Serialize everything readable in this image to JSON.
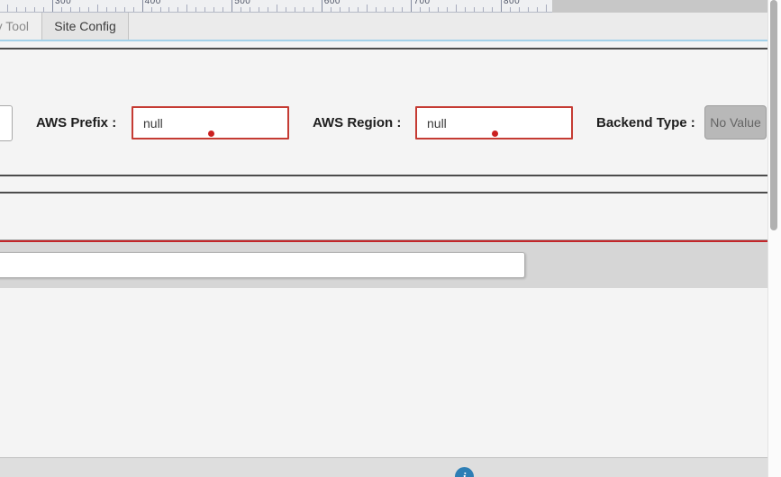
{
  "ruler": {
    "unit_labels": [
      "300",
      "400",
      "500",
      "600",
      "700",
      "800"
    ]
  },
  "tab_bar": {
    "tabs": [
      {
        "label": "y Tool",
        "active": false
      },
      {
        "label": "Site Config",
        "active": true
      }
    ]
  },
  "form": {
    "aws_prefix": {
      "label": "AWS Prefix :",
      "value": "null",
      "state": "error"
    },
    "aws_region": {
      "label": "AWS Region :",
      "value": "null",
      "state": "error"
    },
    "backend_type": {
      "label": "Backend Type :",
      "value": "No Value",
      "state": "disabled"
    }
  },
  "fab": {
    "glyph": "i"
  },
  "colors": {
    "error_border": "#c53b33",
    "error_dot": "#cb2020",
    "accent_line_blue": "#a4d2ea",
    "rule_dark": "#4c4c4c",
    "rule_red": "#c3262a",
    "fab_blue": "#2d7eb5",
    "disabled_box": "#b8b8b8"
  }
}
